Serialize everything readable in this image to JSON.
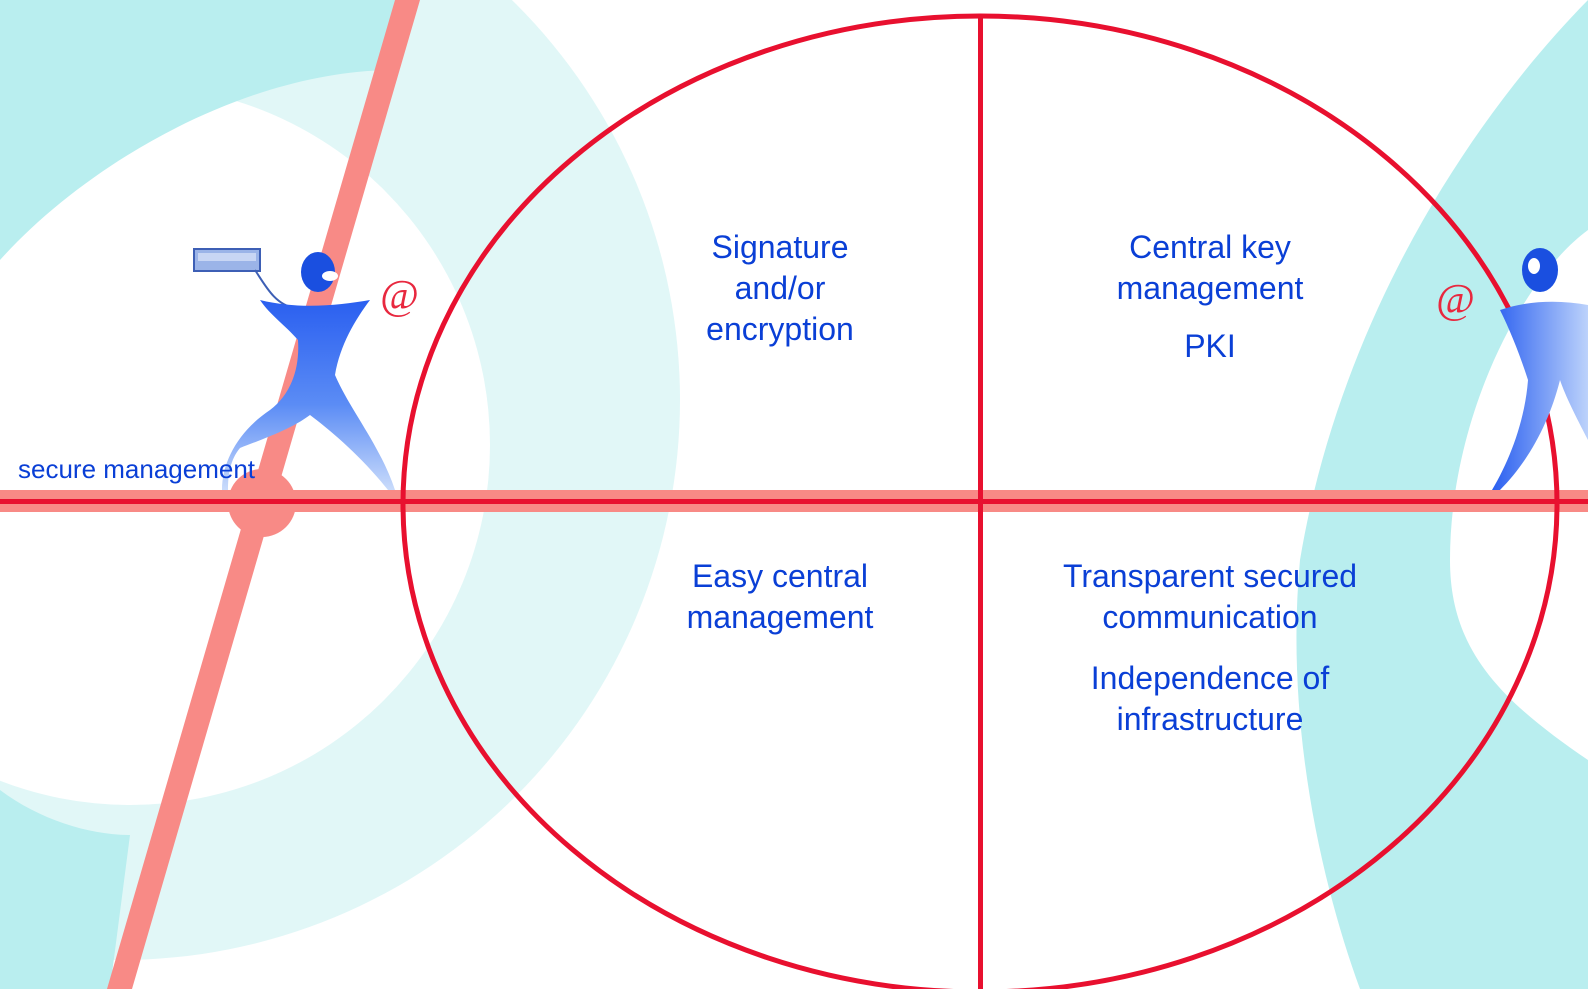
{
  "colors": {
    "accent_red": "#e8102f",
    "pale_red": "#f88a86",
    "cyan_dark": "#b9eeef",
    "cyan_light": "#e1f7f7",
    "text_blue": "#0a3fd6"
  },
  "quadrants": {
    "top_left": [
      "Signature",
      "and/or",
      "encryption"
    ],
    "top_right": [
      "Central key",
      "management"
    ],
    "top_right_extra": "PKI",
    "bottom_left": [
      "Easy central",
      "management"
    ],
    "bottom_right": [
      "Transparent secured",
      "communication"
    ],
    "bottom_right_extra": [
      "Independence of",
      "infrastructure"
    ]
  },
  "caption": "secure management",
  "at_symbol": "@",
  "icons": [
    "person-figure-icon",
    "laptop-icon",
    "person-figure-icon"
  ]
}
